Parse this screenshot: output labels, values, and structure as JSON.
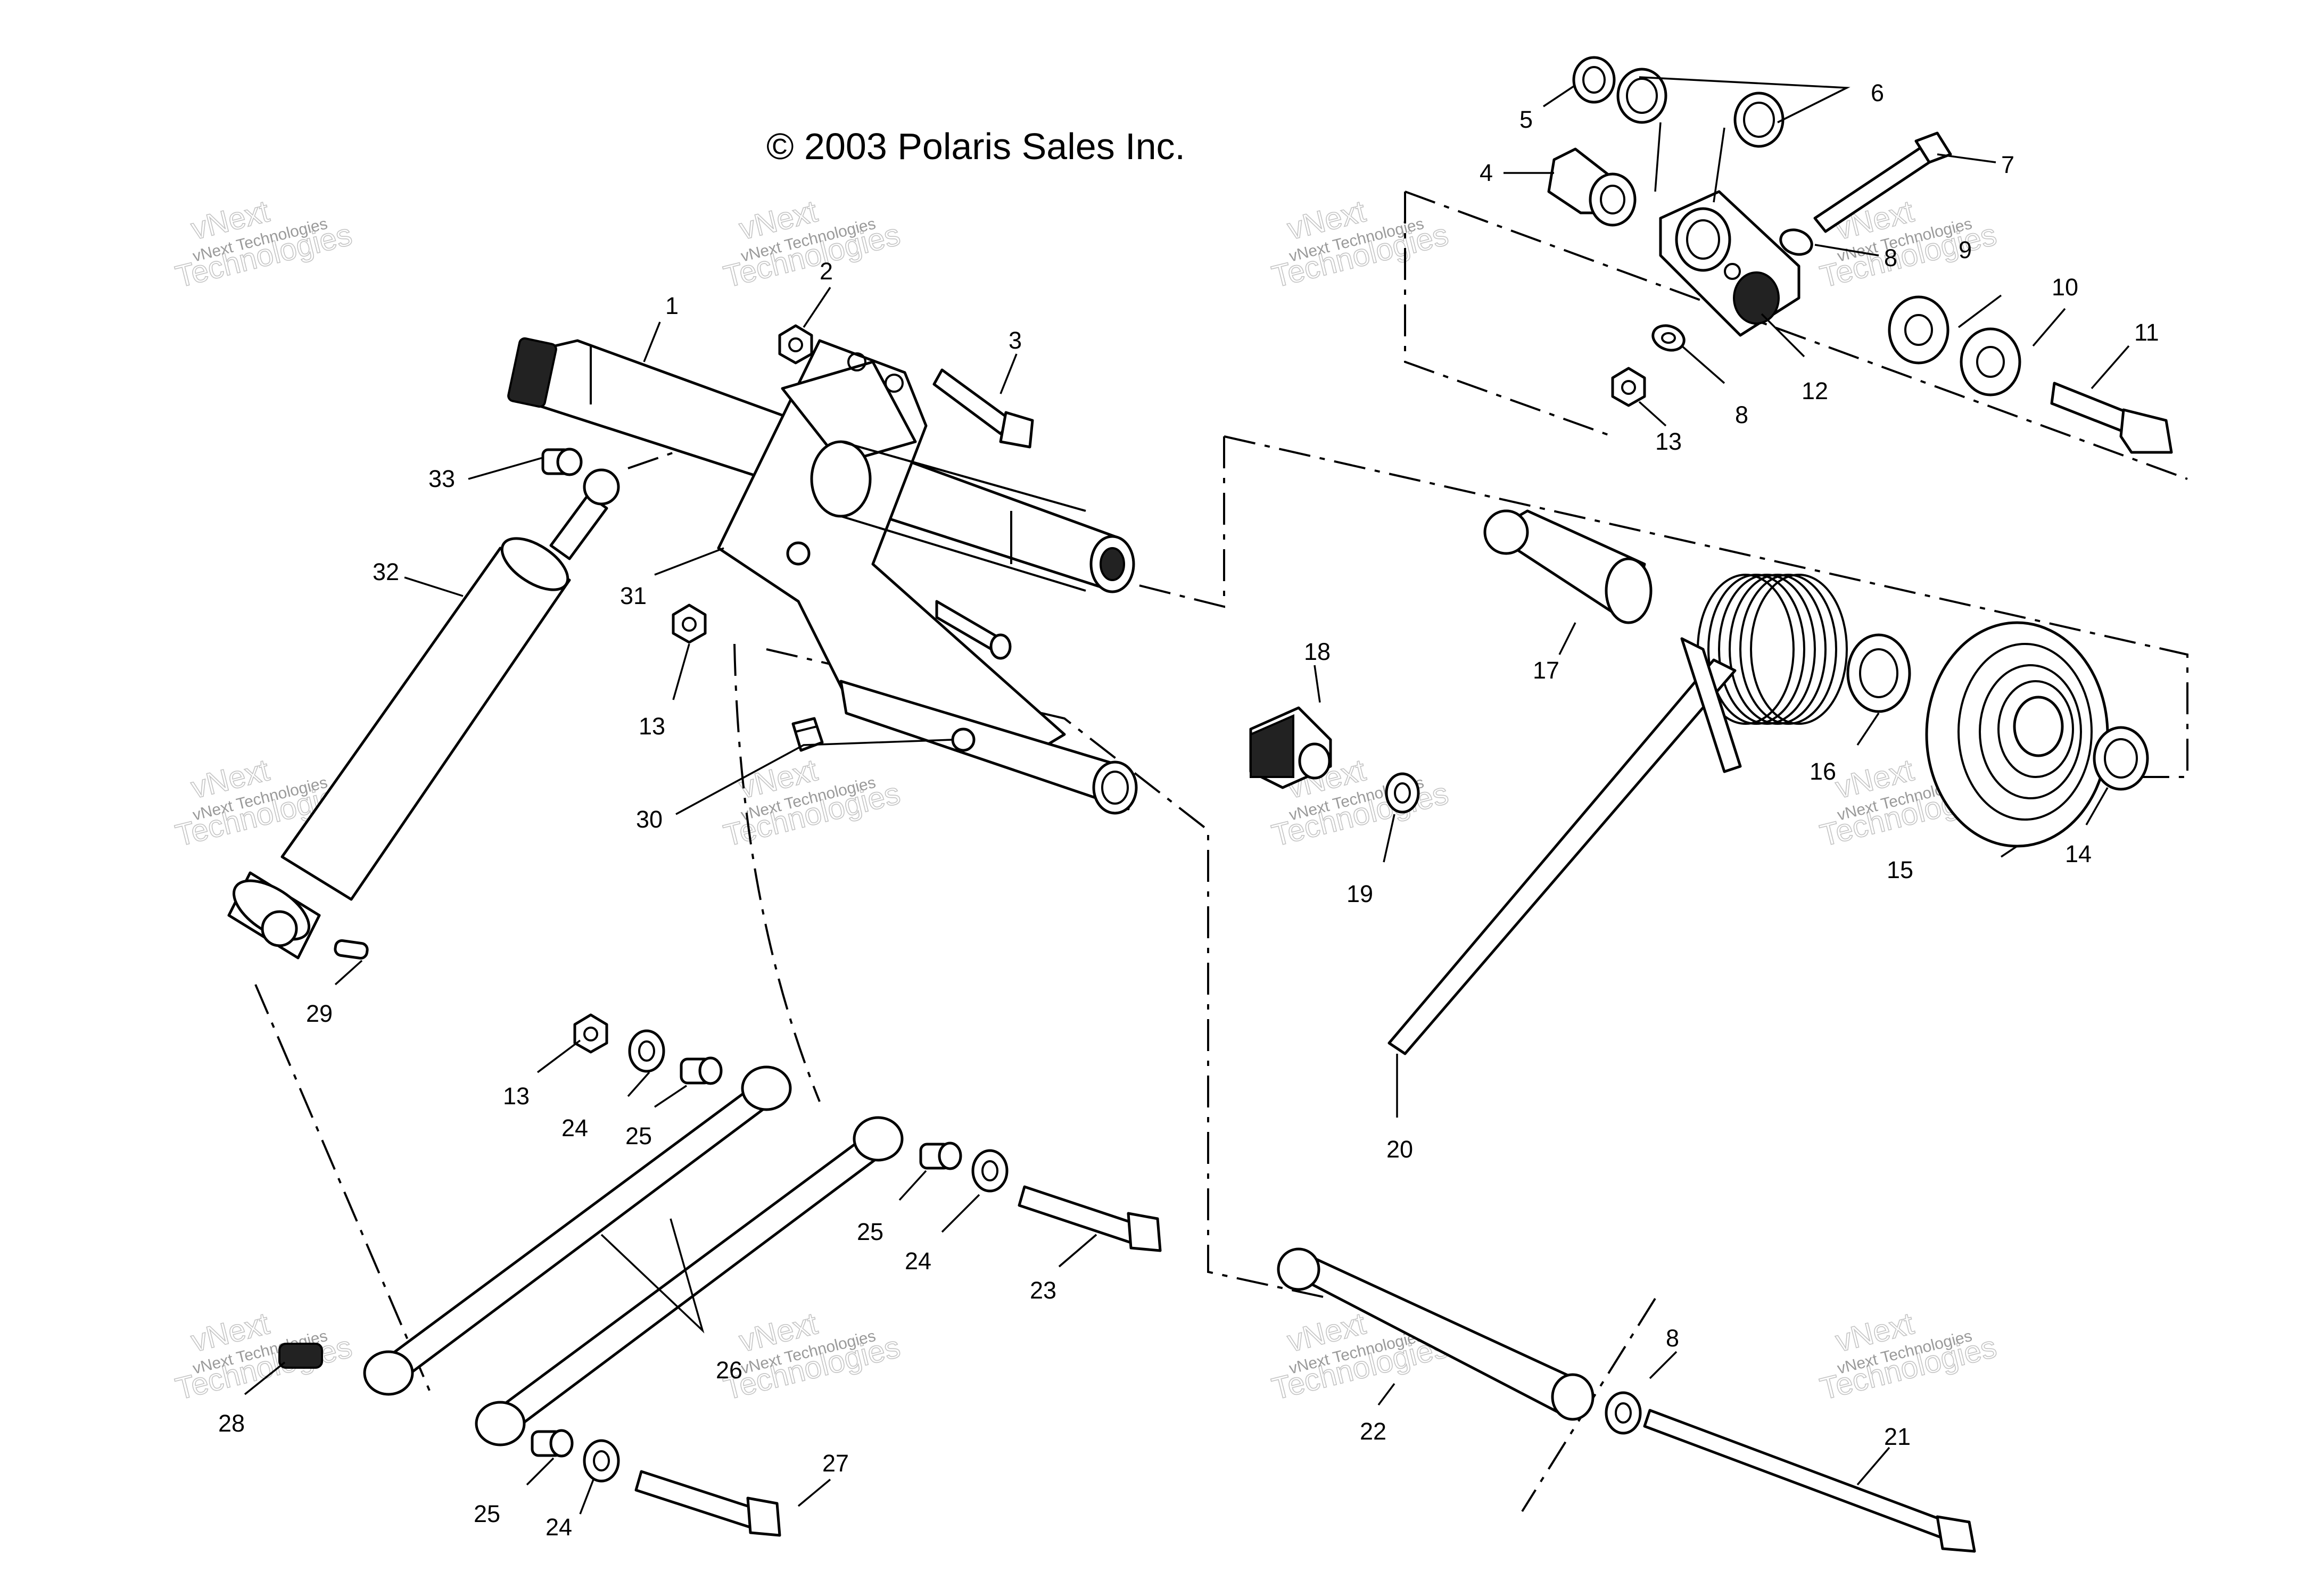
{
  "copyright": "© 2003 Polaris Sales Inc.",
  "watermark": {
    "line1": "vNext Technologies",
    "line2": "vNext",
    "line3": "Technologies"
  },
  "callouts": {
    "p1": "1",
    "p2": "2",
    "p3": "3",
    "p4": "4",
    "p5": "5",
    "p6": "6",
    "p7": "7",
    "p8a": "8",
    "p8b": "8",
    "p8c": "8",
    "p9": "9",
    "p10": "10",
    "p11": "11",
    "p12": "12",
    "p13a": "13",
    "p13b": "13",
    "p13c": "13",
    "p14": "14",
    "p15": "15",
    "p16": "16",
    "p17": "17",
    "p18": "18",
    "p19": "19",
    "p20": "20",
    "p21": "21",
    "p22": "22",
    "p23": "23",
    "p24a": "24",
    "p24b": "24",
    "p24c": "24",
    "p25a": "25",
    "p25b": "25",
    "p25c": "25",
    "p26": "26",
    "p27": "27",
    "p28": "28",
    "p29": "29",
    "p30": "30",
    "p31": "31",
    "p32": "32",
    "p33": "33"
  }
}
